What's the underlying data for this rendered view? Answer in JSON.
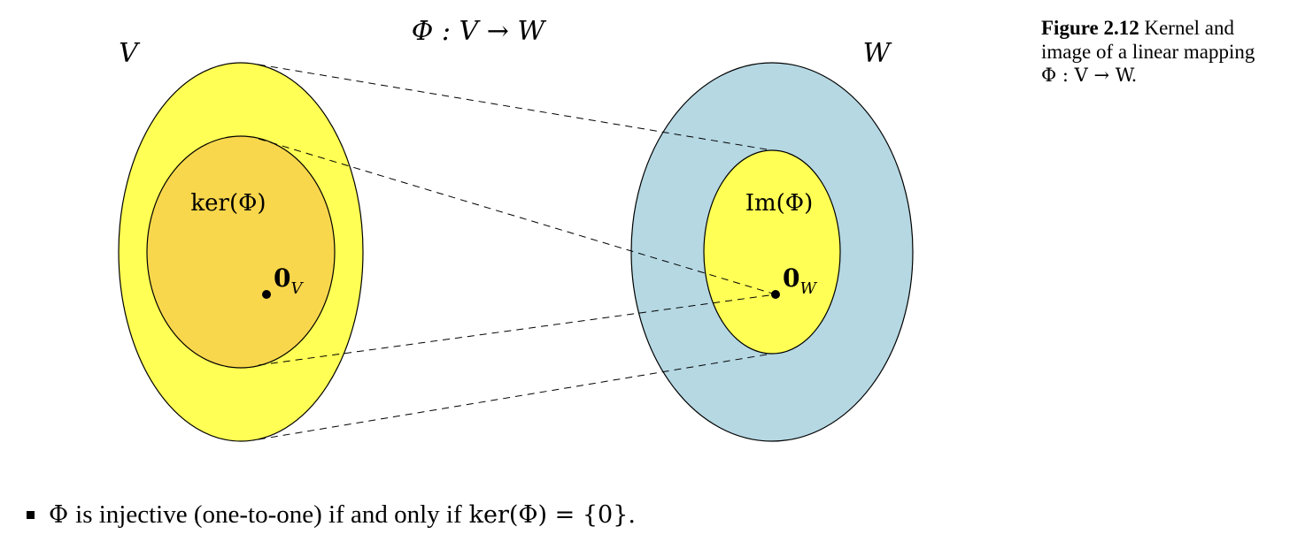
{
  "diagram": {
    "mapping_title": "Φ : V → W",
    "domain_label": "V",
    "codomain_label": "W",
    "kernel_label": "ker(Φ)",
    "image_label": "Im(Φ)",
    "zero_v": {
      "main": "0",
      "sub": "V"
    },
    "zero_w": {
      "main": "0",
      "sub": "W"
    },
    "colors": {
      "domain_fill": "#ffff55",
      "kernel_fill": "#f9d74c",
      "codomain_fill": "#b5d8e3",
      "image_fill": "#ffff55",
      "stroke": "#000000"
    }
  },
  "caption": {
    "figure_number": "Figure 2.12",
    "text": "Kernel and image of a linear mapping",
    "math": "Φ : V → W."
  },
  "bullet": {
    "phi": "Φ",
    "text": "is injective (one-to-one) if and only if",
    "condition": "ker(Φ) = {0}."
  }
}
